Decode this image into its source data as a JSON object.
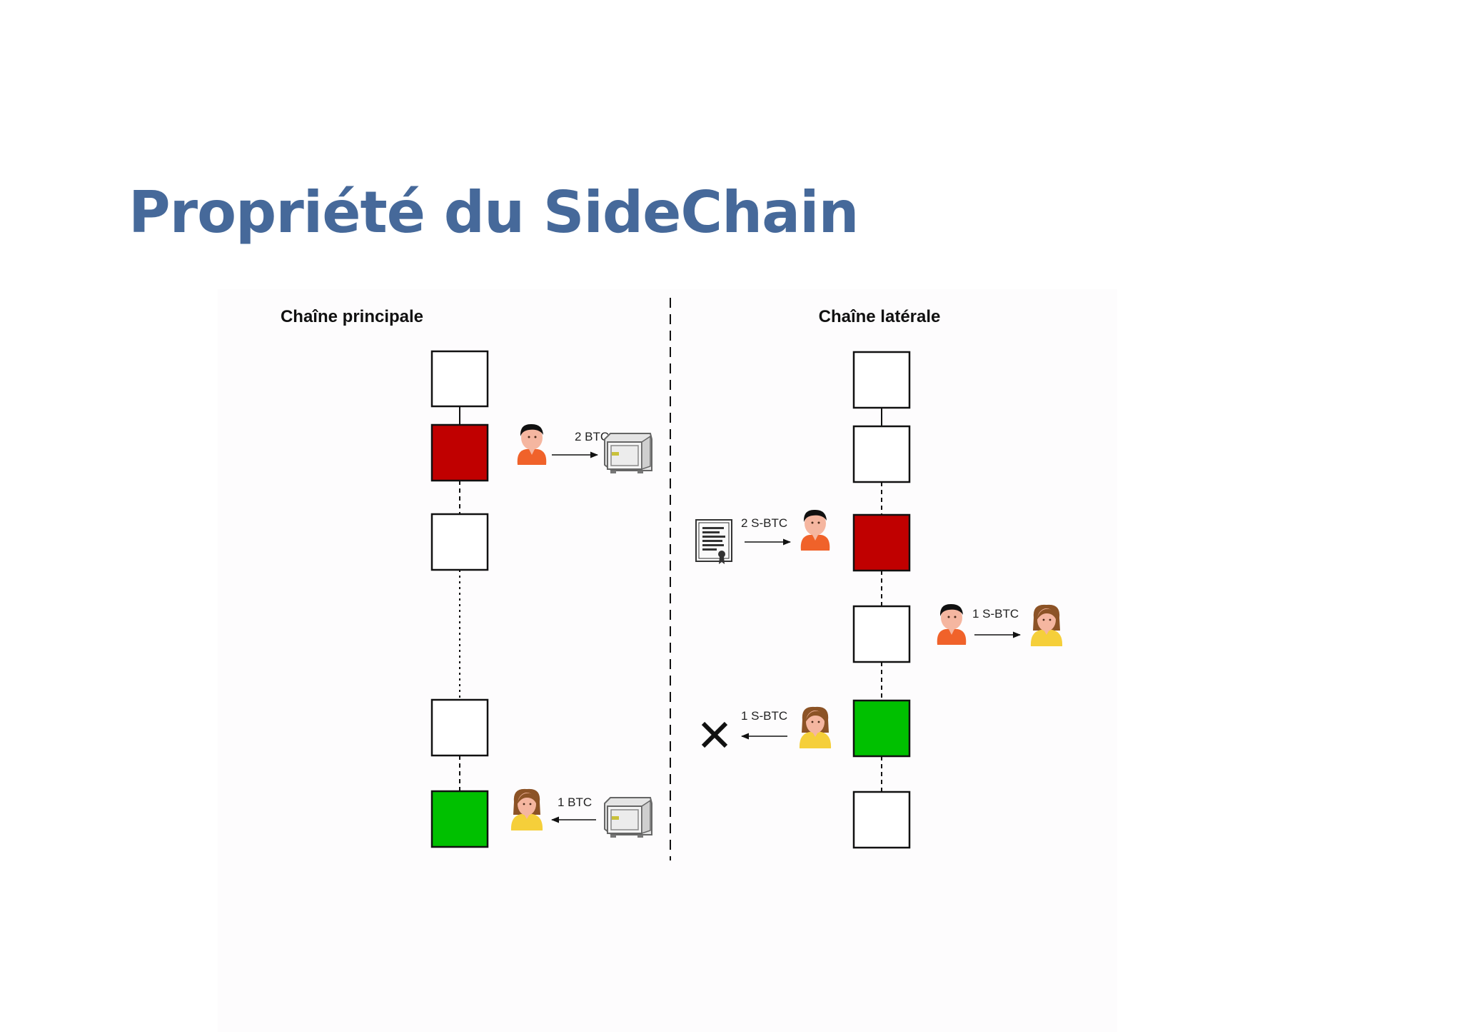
{
  "slide": {
    "title": "Propriété du SideChain"
  },
  "diagram": {
    "main_chain": {
      "label": "Chaîne principale",
      "blocks": [
        "plain",
        "lock-red",
        "plain",
        "plain",
        "unlock-green"
      ],
      "transfers": [
        {
          "amount": "2 BTC",
          "from": "male-user",
          "to": "safe",
          "direction": "right"
        },
        {
          "amount": "1 BTC",
          "from": "safe",
          "to": "female-user",
          "direction": "left"
        }
      ]
    },
    "side_chain": {
      "label": "Chaîne latérale",
      "blocks": [
        "plain",
        "plain",
        "mint-red",
        "plain",
        "burn-green",
        "plain"
      ],
      "transfers": [
        {
          "amount": "2 S-BTC",
          "from": "certificate",
          "to": "male-user",
          "direction": "right"
        },
        {
          "amount": "1 S-BTC",
          "from": "male-user",
          "to": "female-user",
          "direction": "right"
        },
        {
          "amount": "1 S-BTC",
          "from": "female-user",
          "to": "burn",
          "direction": "left"
        }
      ]
    },
    "colors": {
      "title": "#46699a",
      "lock_block": "#c00000",
      "release_block": "#00c000",
      "block_outline": "#111111",
      "male_shirt": "#f0622a",
      "female_shirt": "#f5cf3a",
      "skin": "#f5b6a0"
    },
    "icons": [
      "male-user-icon",
      "female-user-icon",
      "safe-icon",
      "certificate-icon",
      "cross-icon",
      "arrow-icon"
    ]
  }
}
